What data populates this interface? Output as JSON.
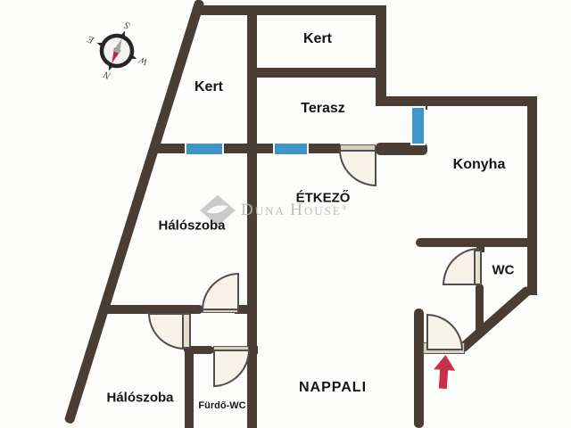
{
  "plan_title": "Duna House apartment floor plan",
  "colors": {
    "background": "#fdfdfc",
    "wall": "#4a3d34",
    "window": "#4095c8",
    "door_fill": "#f8f3e9",
    "door_sill": "#d9cfba",
    "arrow": "#c72f4b",
    "label": "#141414",
    "watermark": "#b7b3b0"
  },
  "rooms": {
    "kert_top": {
      "label": "Kert"
    },
    "kert_left": {
      "label": "Kert"
    },
    "terasz": {
      "label": "Terasz"
    },
    "konyha": {
      "label": "Konyha"
    },
    "etkezo": {
      "label": "ÉTKEZŐ"
    },
    "haloszoba_upper": {
      "label": "Hálószoba"
    },
    "wc": {
      "label": "WC"
    },
    "haloszoba_lower": {
      "label": "Hálószoba"
    },
    "furdo_wc": {
      "label": "Fürdő-WC"
    },
    "nappali": {
      "label": "NAPPALI"
    }
  },
  "compass": {
    "points": {
      "n": "N",
      "s": "S",
      "e": "E",
      "w": "W"
    }
  },
  "watermark": {
    "part1": "D",
    "part2": "UNA",
    "part3": "H",
    "part4": "OUSE",
    "reg": "®"
  }
}
